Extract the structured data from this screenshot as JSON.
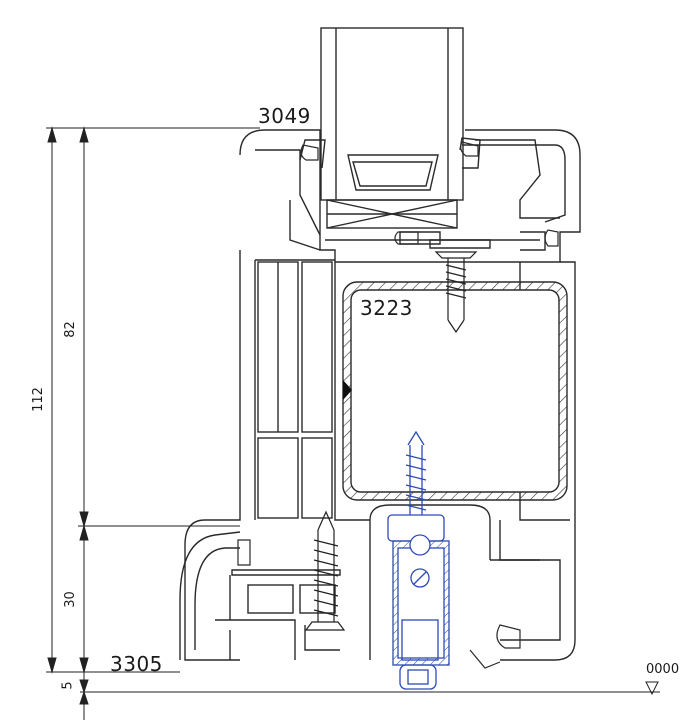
{
  "drawing": {
    "profile_labels": {
      "top_profile": "3049",
      "reinforcement": "3223",
      "sill_profile": "3305"
    },
    "dimensions": {
      "total": "112",
      "upper": "82",
      "lower": "30",
      "bottom": "5"
    },
    "level_marker": "0000",
    "colors": {
      "profile_line": "#2a2a2a",
      "hatch": "#333333",
      "anchor_blue": "#2f4bb5"
    }
  }
}
